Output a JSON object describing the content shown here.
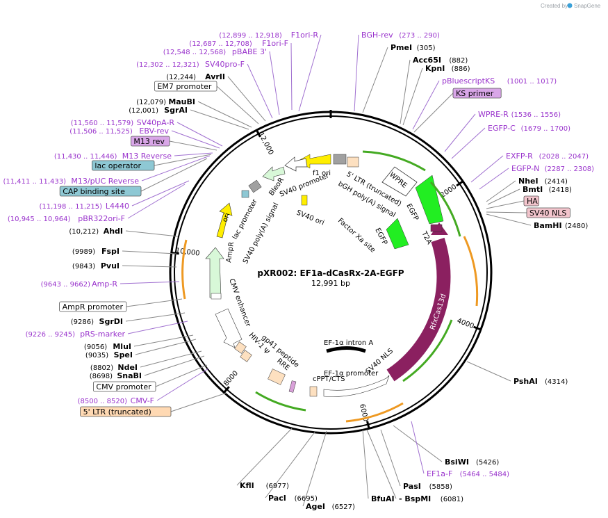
{
  "header": {
    "created_by": "Created by",
    "brand": "SnapGene"
  },
  "plasmid": {
    "name": "pXR002: EF1a-dCasRx-2A-EGFP",
    "length_label": "12,991 bp"
  },
  "ticks": [
    "2000",
    "4000",
    "6000",
    "8000",
    "10,000",
    "12,000"
  ],
  "colors": {
    "enzyme": "#000000",
    "primer": "#9933cc",
    "line": "#7a7a7a",
    "primer_line": "#a070d0",
    "cas": "#8b2060",
    "egfp": "#22ee22",
    "yellow": "#ffee00",
    "ori": "#ffff00",
    "ltr": "#fde0c0",
    "ampr": "#d8f8d8",
    "green_arc": "#44aa22",
    "orange_arc": "#ee9922",
    "box_lilac": "#d9a6e8",
    "box_teal": "#8ec8d4",
    "box_orange": "#ffd9b3"
  },
  "labels_left": [
    {
      "key": "f1ori_r",
      "text": "F1ori-R",
      "num": "(12,899 .. 12,918)",
      "type": "primer"
    },
    {
      "key": "f1ori_f",
      "text": "F1ori-F",
      "num": "(12,687 .. 12,708)",
      "type": "primer"
    },
    {
      "key": "pbabe3",
      "text": "pBABE 3'",
      "num": "(12,548 .. 12,568)",
      "type": "primer"
    },
    {
      "key": "sv40pro_f",
      "text": "SV40pro-F",
      "num": "(12,302 .. 12,321)",
      "type": "primer"
    },
    {
      "key": "avrII",
      "text": "AvrII",
      "num": "(12,244)",
      "type": "enzyme"
    },
    {
      "key": "em7",
      "text": "EM7 promoter",
      "num": "",
      "type": "box_white"
    },
    {
      "key": "maubi",
      "text": "MauBI",
      "num": "(12,079)",
      "type": "enzyme"
    },
    {
      "key": "sgrai",
      "text": "SgrAI",
      "num": "(12,001)",
      "type": "enzyme"
    },
    {
      "key": "sv40pa_r",
      "text": "SV40pA-R",
      "num": "(11,560 .. 11,579)",
      "type": "primer"
    },
    {
      "key": "ebv_rev",
      "text": "EBV-rev",
      "num": "(11,506 .. 11,525)",
      "type": "primer"
    },
    {
      "key": "m13rev",
      "text": "M13 rev",
      "num": "",
      "type": "box_lilac"
    },
    {
      "key": "m13reverse",
      "text": "M13 Reverse",
      "num": "(11,430 .. 11,446)",
      "type": "primer"
    },
    {
      "key": "lacop",
      "text": "lac operator",
      "num": "",
      "type": "box_teal"
    },
    {
      "key": "m13puc",
      "text": "M13/pUC Reverse",
      "num": "(11,411 .. 11,433)",
      "type": "primer"
    },
    {
      "key": "cap",
      "text": "CAP binding site",
      "num": "",
      "type": "box_teal"
    },
    {
      "key": "l4440",
      "text": "L4440",
      "num": "(11,198 .. 11,215)",
      "type": "primer"
    },
    {
      "key": "pbr322",
      "text": "pBR322ori-F",
      "num": "(10,945 .. 10,964)",
      "type": "primer"
    },
    {
      "key": "ahdi",
      "text": "AhdI",
      "num": "(10,212)",
      "type": "enzyme"
    },
    {
      "key": "fspi",
      "text": "FspI",
      "num": "(9989)",
      "type": "enzyme"
    },
    {
      "key": "pvui",
      "text": "PvuI",
      "num": "(9843)",
      "type": "enzyme"
    },
    {
      "key": "ampr_r",
      "text": "Amp-R",
      "num": "(9643 .. 9662)",
      "type": "primer"
    },
    {
      "key": "ampr_prom",
      "text": "AmpR promoter",
      "num": "",
      "type": "box_white"
    },
    {
      "key": "sgrdi",
      "text": "SgrDI",
      "num": "(9286)",
      "type": "enzyme"
    },
    {
      "key": "prs",
      "text": "pRS-marker",
      "num": "(9226 .. 9245)",
      "type": "primer"
    },
    {
      "key": "mlui",
      "text": "MluI",
      "num": "(9056)",
      "type": "enzyme"
    },
    {
      "key": "spei",
      "text": "SpeI",
      "num": "(9035)",
      "type": "enzyme"
    },
    {
      "key": "ndei",
      "text": "NdeI",
      "num": "(8802)",
      "type": "enzyme"
    },
    {
      "key": "snabi",
      "text": "SnaBI",
      "num": "(8698)",
      "type": "enzyme"
    },
    {
      "key": "cmvprom",
      "text": "CMV promoter",
      "num": "",
      "type": "box_white"
    },
    {
      "key": "cmvf",
      "text": "CMV-F",
      "num": "(8500 .. 8520)",
      "type": "primer"
    },
    {
      "key": "ltr5",
      "text": "5' LTR (truncated)",
      "num": "",
      "type": "box_orange"
    }
  ],
  "labels_right": [
    {
      "key": "bghrev",
      "text": "BGH-rev",
      "num": "(273 .. 290)",
      "type": "primer"
    },
    {
      "key": "pmei",
      "text": "PmeI",
      "num": "(305)",
      "type": "enzyme"
    },
    {
      "key": "acc65i",
      "text": "Acc65I",
      "num": "(882)",
      "type": "enzyme"
    },
    {
      "key": "kpni",
      "text": "KpnI",
      "num": "(886)",
      "type": "enzyme"
    },
    {
      "key": "pbks",
      "text": "pBluescriptKS",
      "num": "(1001 .. 1017)",
      "type": "primer"
    },
    {
      "key": "ksprimer",
      "text": "KS primer",
      "num": "",
      "type": "box_lilac"
    },
    {
      "key": "wprer",
      "text": "WPRE-R",
      "num": "(1536 .. 1556)",
      "type": "primer"
    },
    {
      "key": "egfpc",
      "text": "EGFP-C",
      "num": "(1679 .. 1700)",
      "type": "primer"
    },
    {
      "key": "exfpr",
      "text": "EXFP-R",
      "num": "(2028 .. 2047)",
      "type": "primer"
    },
    {
      "key": "egfpn",
      "text": "EGFP-N",
      "num": "(2287 .. 2308)",
      "type": "primer"
    },
    {
      "key": "nhei",
      "text": "NheI",
      "num": "(2414)",
      "type": "enzyme"
    },
    {
      "key": "bmti",
      "text": "BmtI",
      "num": "(2418)",
      "type": "enzyme"
    },
    {
      "key": "ha",
      "text": "HA",
      "num": "",
      "type": "box_pink"
    },
    {
      "key": "sv40nls",
      "text": "SV40 NLS",
      "num": "",
      "type": "box_pink"
    },
    {
      "key": "bamhi",
      "text": "BamHI",
      "num": "(2480)",
      "type": "enzyme"
    },
    {
      "key": "pshai",
      "text": "PshAI",
      "num": "(4314)",
      "type": "enzyme"
    },
    {
      "key": "bsiwi",
      "text": "BsiWI",
      "num": "(5426)",
      "type": "enzyme"
    },
    {
      "key": "ef1af",
      "text": "EF1a-F",
      "num": "(5464 .. 5484)",
      "type": "primer"
    },
    {
      "key": "pasi",
      "text": "PasI",
      "num": "(5858)",
      "type": "enzyme"
    },
    {
      "key": "bfuai",
      "text": "BfuAI",
      "num": "",
      "type": "enzyme"
    },
    {
      "key": "bspmi",
      "text": "- BspMI",
      "num": "(6081)",
      "type": "enzyme"
    },
    {
      "key": "agei",
      "text": "AgeI",
      "num": "(6527)",
      "type": "enzyme"
    },
    {
      "key": "paci",
      "text": "PacI",
      "num": "(6695)",
      "type": "enzyme"
    },
    {
      "key": "kfli",
      "text": "KflI",
      "num": "(6977)",
      "type": "enzyme"
    }
  ],
  "features": {
    "f1ori": "f1 ori",
    "ltr_trunc": "5' LTR (truncated)",
    "bgh": "bGH poly(A) signal",
    "wpre": "WPRE",
    "egfp": "EGFP",
    "t2a": "T2A",
    "factor_xa": "Factor Xa site",
    "egfp_inner": "EGFP",
    "rfxcas": "RfxCas13d",
    "ef1a_intron": "EF-1α intron A",
    "ef1a_prom": "EF-1α promoter",
    "sv40nls_in": "SV40 NLS",
    "cppt": "cPPT/CTS",
    "gp41": "gp41 peptide",
    "rre": "RRE",
    "hiv": "HIV-1 Ψ",
    "cmv_enh": "CMV enhancer",
    "ampr": "AmpR",
    "sv40pa": "SV40 poly(A) signal",
    "lacprom": "lac promoter",
    "ori": "ori",
    "bleor": "BleoR",
    "sv40prom": "SV40 promoter",
    "sv40ori": "SV40 ori"
  }
}
